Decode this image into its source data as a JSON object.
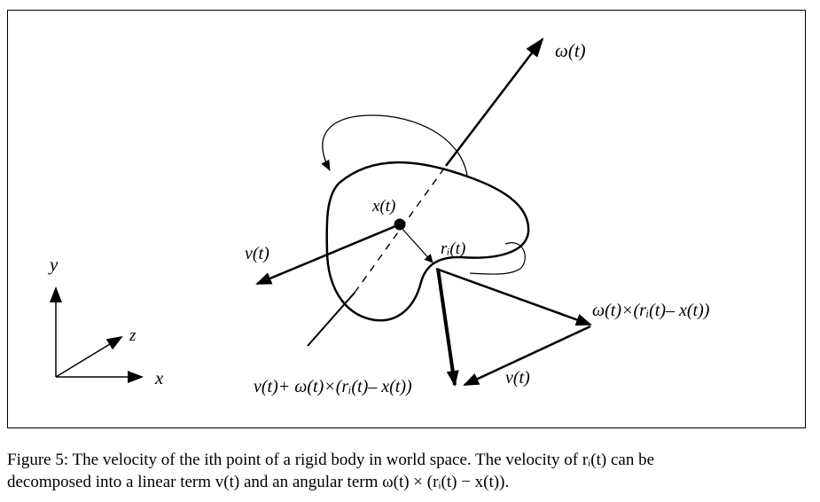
{
  "labels": {
    "omega": "ω(t)",
    "x_of_t": "x(t)",
    "r_i": "rᵢ(t)",
    "v_left": "v(t)",
    "omega_cross": "ω(t)×(rᵢ(t)– x(t))",
    "v_plus": "v(t)+ ω(t)×(rᵢ(t)– x(t))",
    "v_bottom": "v(t)",
    "axis_y": "y",
    "axis_z": "z",
    "axis_x": "x"
  },
  "caption": {
    "line1": "Figure 5: The velocity of the ith point of a rigid body in world space. The velocity of rᵢ(t) can be",
    "line2": "decomposed into a linear term v(t) and an angular term ω(t) × (rᵢ(t) − x(t))."
  }
}
